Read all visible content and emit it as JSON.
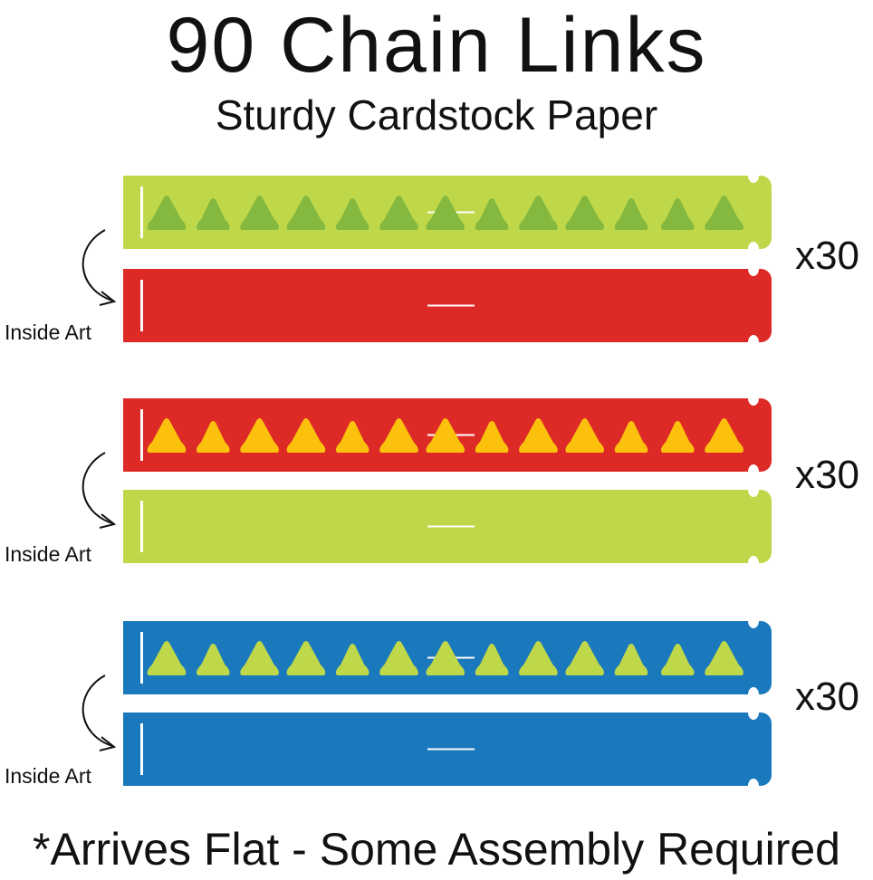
{
  "title": "90 Chain Links",
  "subtitle": "Sturdy Cardstock Paper",
  "footer": "*Arrives Flat - Some Assembly Required",
  "groups": [
    {
      "quantity": "x30",
      "inside_label": "Inside Art",
      "outer_color": "#bfd84a",
      "pattern_color": "#84b83e",
      "inner_color": "#de2a27"
    },
    {
      "quantity": "x30",
      "inside_label": "Inside Art",
      "outer_color": "#de2a27",
      "pattern_color": "#fcc10d",
      "inner_color": "#bfd84a"
    },
    {
      "quantity": "x30",
      "inside_label": "Inside Art",
      "outer_color": "#1a78bd",
      "pattern_color": "#bfd84a",
      "inner_color": "#1a78bd"
    }
  ]
}
